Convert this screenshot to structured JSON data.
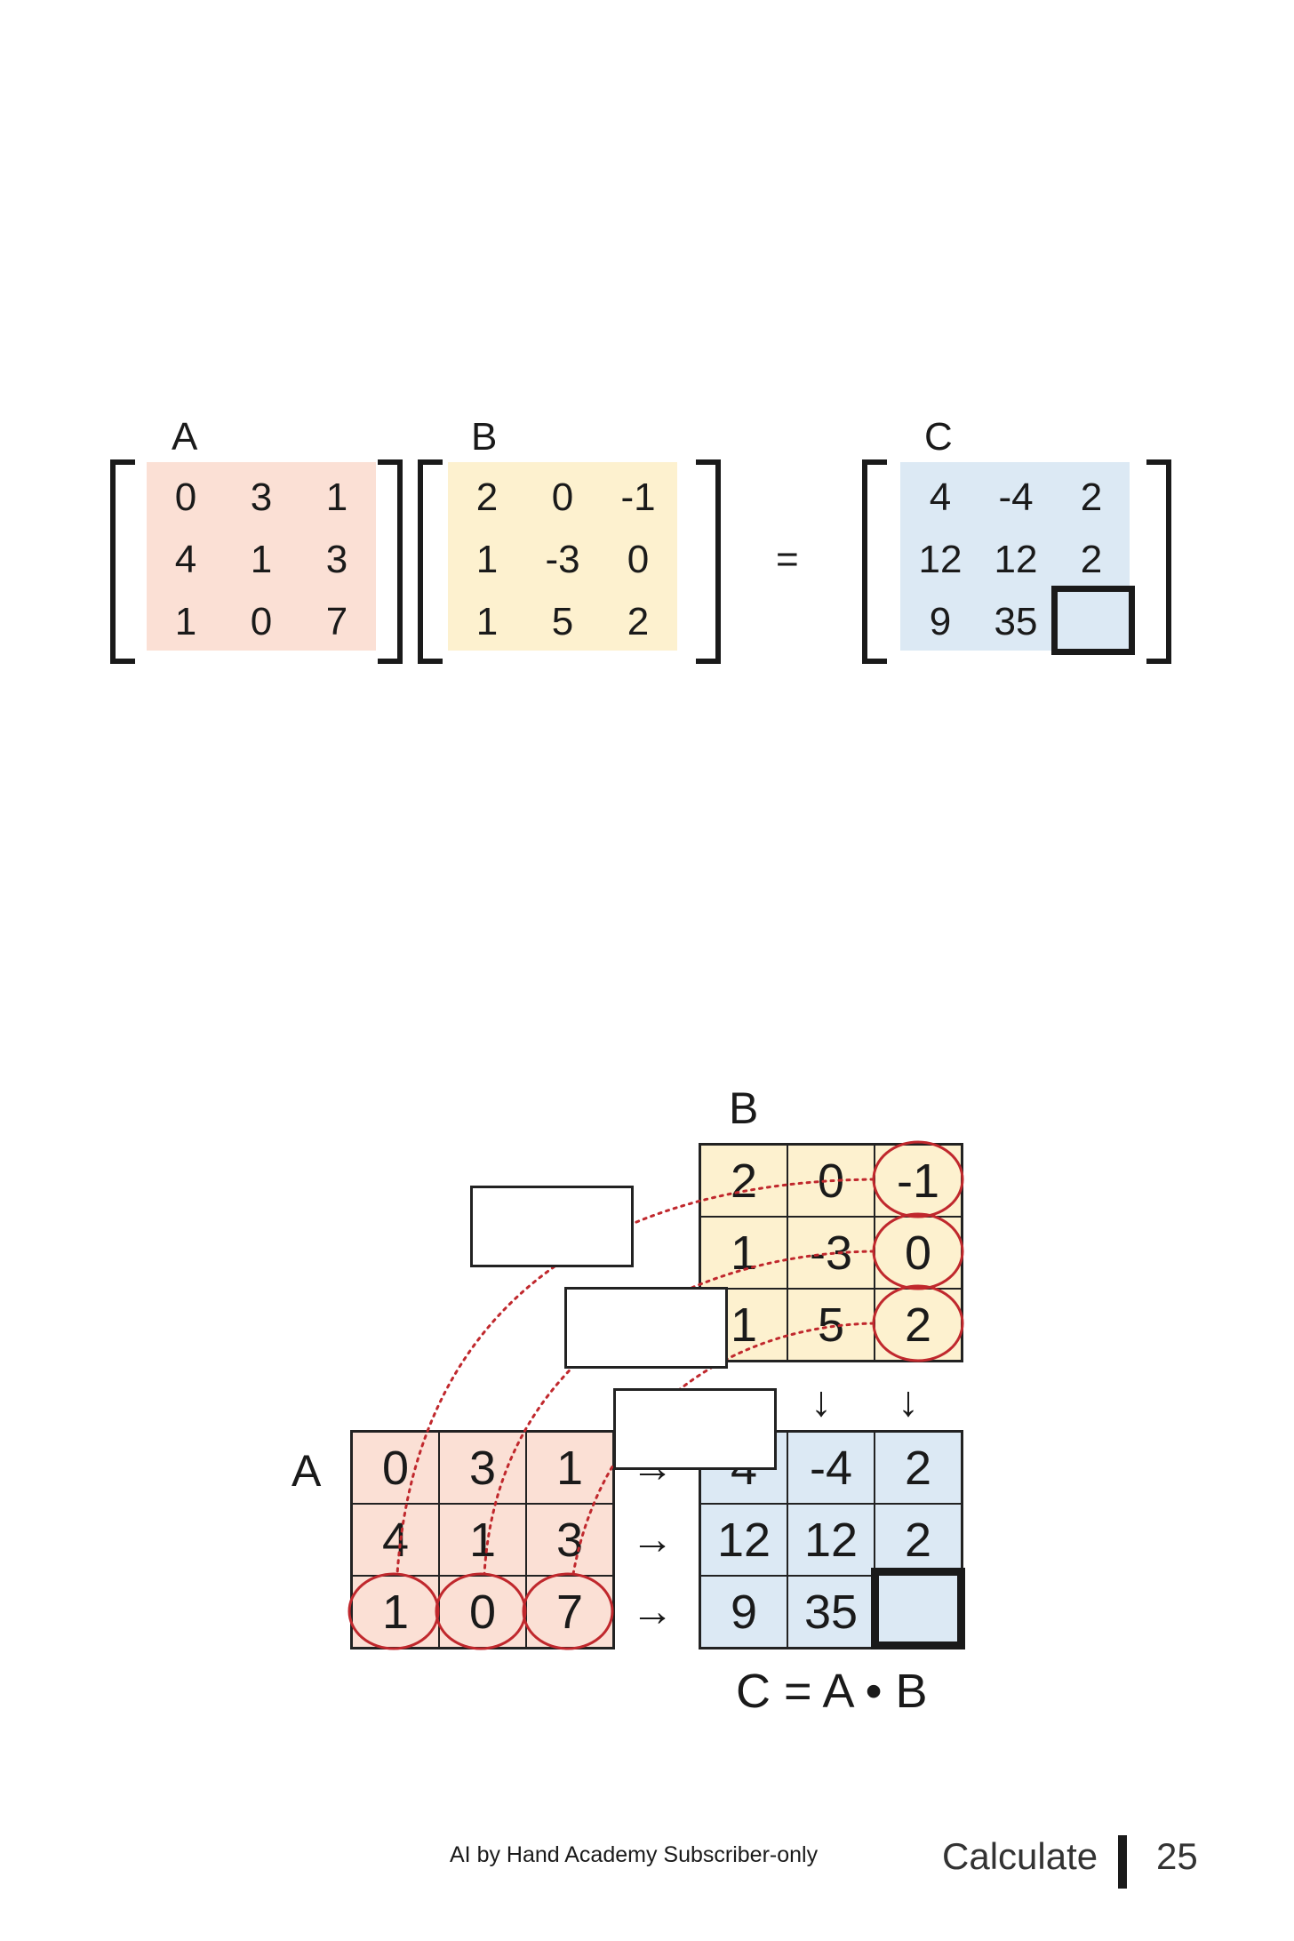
{
  "top": {
    "labels": {
      "a": "A",
      "b": "B",
      "c": "C"
    },
    "equals": "=",
    "A": [
      [
        "0",
        "3",
        "1"
      ],
      [
        "4",
        "1",
        "3"
      ],
      [
        "1",
        "0",
        "7"
      ]
    ],
    "B": [
      [
        "2",
        "0",
        "-1"
      ],
      [
        "1",
        "-3",
        "0"
      ],
      [
        "1",
        "5",
        "2"
      ]
    ],
    "C": [
      [
        "4",
        "-4",
        "2"
      ],
      [
        "12",
        "12",
        "2"
      ],
      [
        "9",
        "35",
        ""
      ]
    ]
  },
  "bottom": {
    "labels": {
      "a": "A",
      "b": "B"
    },
    "formula": "C = A • B",
    "A": [
      [
        "0",
        "3",
        "1"
      ],
      [
        "4",
        "1",
        "3"
      ],
      [
        "1",
        "0",
        "7"
      ]
    ],
    "B": [
      [
        "2",
        "0",
        "-1"
      ],
      [
        "1",
        "-3",
        "0"
      ],
      [
        "1",
        "5",
        "2"
      ]
    ],
    "C": [
      [
        "4",
        "-4",
        "2"
      ],
      [
        "12",
        "12",
        "2"
      ],
      [
        "9",
        "35",
        ""
      ]
    ],
    "right_arrow": "→",
    "down_arrow": "↓"
  },
  "footer": {
    "note": "AI by Hand Academy Subscriber-only",
    "section": "Calculate",
    "page": "25"
  },
  "colors": {
    "A": "#fbe0d5",
    "B": "#fdf1cf",
    "C": "#dce9f4",
    "highlight": "#c0282d"
  }
}
